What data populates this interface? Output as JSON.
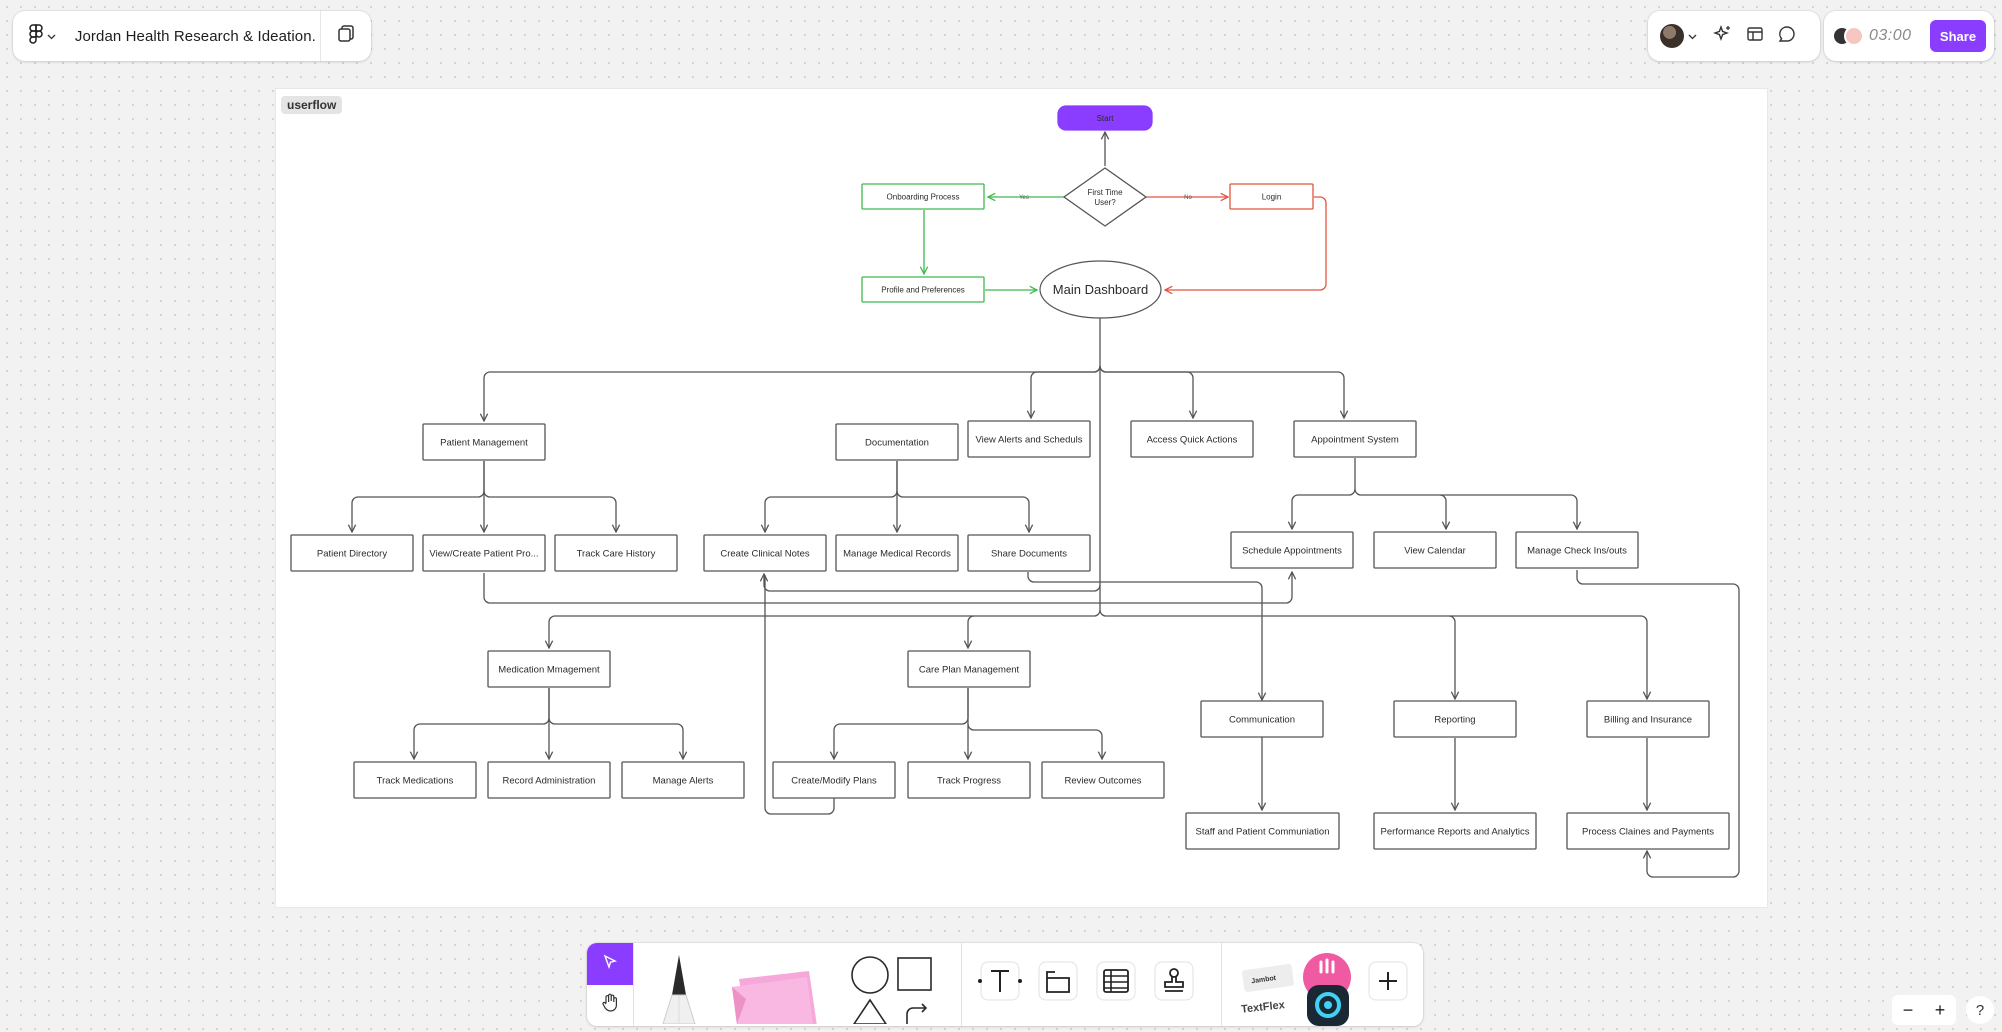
{
  "app": {
    "file_title": "Jordan Health Research & Ideation.",
    "share_label": "Share",
    "timer": "03:00",
    "help_label": "?",
    "brand_color": "#8b3dff"
  },
  "board": {
    "section_label": "userflow",
    "nodes": [
      {
        "id": "start",
        "label": "Start"
      },
      {
        "id": "first-time",
        "label": "First Time User?"
      },
      {
        "id": "onboarding",
        "label": "Onboarding Process"
      },
      {
        "id": "login",
        "label": "Login"
      },
      {
        "id": "profile",
        "label": "Profile and Preferences"
      },
      {
        "id": "dashboard",
        "label": "Main Dashboard"
      },
      {
        "id": "patient-mgmt",
        "label": "Patient Management"
      },
      {
        "id": "documentation",
        "label": "Documentation"
      },
      {
        "id": "alerts",
        "label": "View Alerts and Scheduls"
      },
      {
        "id": "quick-actions",
        "label": "Access Quick Actions"
      },
      {
        "id": "appointments",
        "label": "Appointment System"
      },
      {
        "id": "patient-dir",
        "label": "Patient Directory"
      },
      {
        "id": "view-create",
        "label": "View/Create Patient Pro..."
      },
      {
        "id": "track-care",
        "label": "Track Care History"
      },
      {
        "id": "clinical-notes",
        "label": "Create Clinical Notes"
      },
      {
        "id": "medical-records",
        "label": "Manage Medical Records"
      },
      {
        "id": "share-docs",
        "label": "Share Documents"
      },
      {
        "id": "schedule",
        "label": "Schedule Appointments"
      },
      {
        "id": "calendar",
        "label": "View Calendar"
      },
      {
        "id": "checkins",
        "label": "Manage Check Ins/outs"
      },
      {
        "id": "medication",
        "label": "Medication Mmagement"
      },
      {
        "id": "care-plan",
        "label": "Care Plan Management"
      },
      {
        "id": "communication",
        "label": "Communication"
      },
      {
        "id": "reporting",
        "label": "Reporting"
      },
      {
        "id": "billing",
        "label": "Billing and Insurance"
      },
      {
        "id": "track-meds",
        "label": "Track Medications"
      },
      {
        "id": "record-admin",
        "label": "Record Administration"
      },
      {
        "id": "manage-alerts",
        "label": "Manage Alerts"
      },
      {
        "id": "create-plans",
        "label": "Create/Modify Plans"
      },
      {
        "id": "track-progress",
        "label": "Track Progress"
      },
      {
        "id": "review-outcomes",
        "label": "Review Outcomes"
      },
      {
        "id": "staff-comm",
        "label": "Staff and Patient Communiation"
      },
      {
        "id": "perf-reports",
        "label": "Performance Reports and Analytics"
      },
      {
        "id": "claims",
        "label": "Process Claines and Payments"
      }
    ],
    "edge_labels": {
      "yes": "Yes",
      "no": "No"
    },
    "colors": {
      "start_fill": "#8b3dff",
      "yes": "#3fb950",
      "no": "#e2543e",
      "line": "#555555"
    }
  },
  "toolbar": {
    "tools": [
      "select-tool",
      "hand-tool",
      "pen-tool",
      "sticky-note-tool",
      "shape-tool",
      "connector-tool",
      "text-tool",
      "section-tool",
      "table-tool",
      "stamp-tool",
      "widgets",
      "more-tools"
    ],
    "widget_texts": [
      "Jambot",
      "TextFlex"
    ]
  },
  "zoom": {
    "minus": "−",
    "plus": "+"
  }
}
